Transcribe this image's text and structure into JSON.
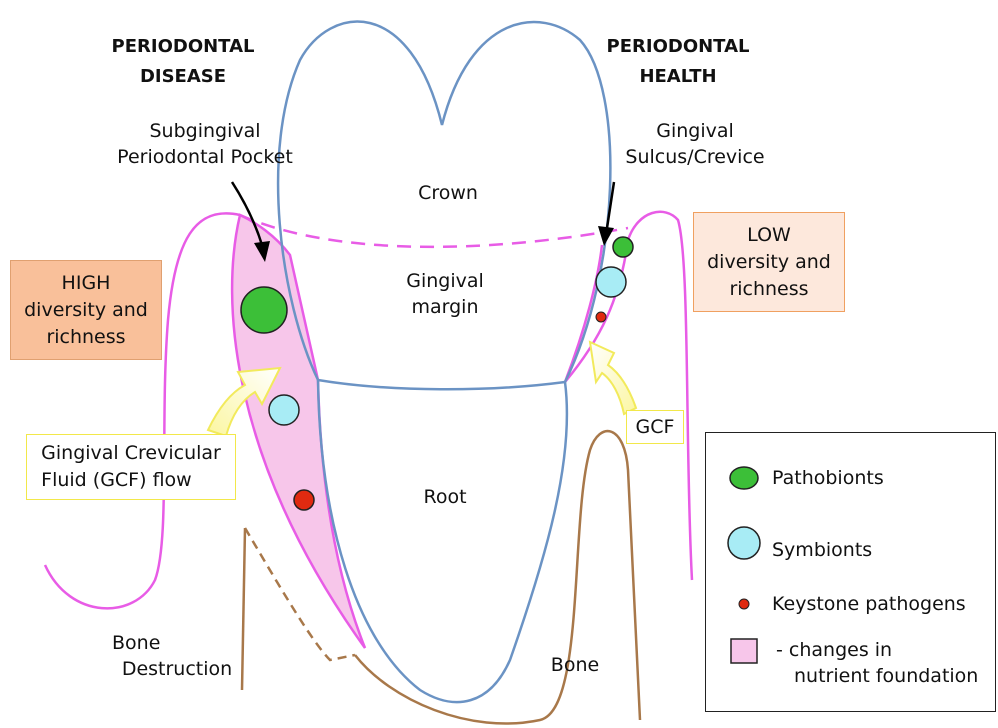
{
  "headings": {
    "disease": [
      "PERIODONTAL",
      "DISEASE"
    ],
    "health": [
      "PERIODONTAL",
      "HEALTH"
    ]
  },
  "labels": {
    "pocket": [
      "Subgingival",
      "Periodontal Pocket"
    ],
    "sulcus": [
      "Gingival",
      "Sulcus/Crevice"
    ],
    "crown": "Crown",
    "margin": [
      "Gingival",
      "margin"
    ],
    "root": "Root",
    "bone_destruction": [
      "Bone",
      "Destruction"
    ],
    "bone": "Bone"
  },
  "boxes": {
    "high": [
      "HIGH",
      "diversity and",
      "richness"
    ],
    "low": [
      "LOW",
      "diversity and",
      "richness"
    ],
    "gcf_flow": [
      "Gingival Crevicular",
      "Fluid (GCF) flow"
    ],
    "gcf": "GCF"
  },
  "legend": {
    "pathobionts": "Pathobionts",
    "symbionts": "Symbionts",
    "keystone": "Keystone pathogens",
    "nutrient": [
      "- changes in",
      "nutrient foundation"
    ]
  },
  "colors": {
    "tooth_outline": "#6b93c4",
    "gingiva": "#e85ce6",
    "pocket_fill": "#f7c6ea",
    "bone": "#a8784a",
    "pathobiont": "#3cbf38",
    "symbiont": "#a8ecf5",
    "keystone": "#e02a10",
    "arrow_yellow": "#f2ea5c"
  }
}
